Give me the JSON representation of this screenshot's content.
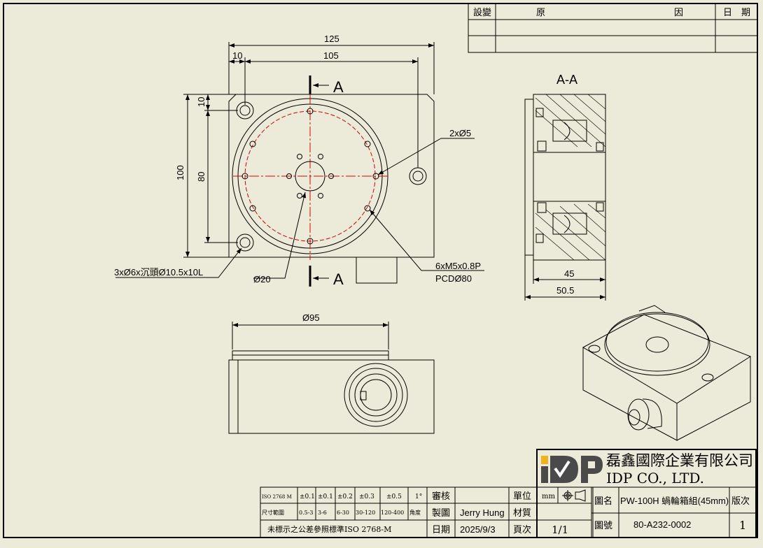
{
  "revision_table": {
    "headers": [
      "設變",
      "原",
      "因",
      "日　期"
    ],
    "rows": [
      [
        "",
        "",
        ""
      ],
      [
        "",
        "",
        ""
      ]
    ]
  },
  "top_view": {
    "dim_overall_width": "125",
    "dim_edge_offset": "10",
    "dim_hole_spacing_x": "105",
    "dim_overall_height": "100",
    "dim_edge_offset_v": "10",
    "dim_hole_spacing_y": "80",
    "section_label_top": "A",
    "section_label_bottom": "A",
    "callout_holes_d5": "2xØ5",
    "callout_counterbore": "3xØ6x沉頭Ø10.5x10L",
    "callout_bore": "Ø20",
    "callout_tapped_1": "6xM5x0.8P",
    "callout_tapped_2": "PCDØ80"
  },
  "section_view": {
    "title": "A-A",
    "dim_inner": "45",
    "dim_outer": "50.5"
  },
  "front_view": {
    "dim_diameter": "Ø95"
  },
  "title_block": {
    "company_cn": "磊鑫國際企業有限公司",
    "company_en": "IDP CO., LTD.",
    "logo_text": "IDP",
    "logo_accent": "#f2b21b",
    "logo_dark": "#4a4a4a",
    "tolerance_row1": [
      "ISO 2768 M",
      "±0.1",
      "±0.1",
      "±0.2",
      "±0.3",
      "±0.5",
      "1°"
    ],
    "tolerance_row2": [
      "尺寸範圍",
      "0.5-3",
      "3-6",
      "6-30",
      "30-120",
      "120-400",
      "角度"
    ],
    "tolerance_note": "未標示之公差參照標準ISO 2768-M",
    "review_label": "審核",
    "review_value": "",
    "drawn_label": "製圖",
    "drawn_value": "Jerry Hung",
    "date_label": "日期",
    "date_value": "2025/9/3",
    "unit_label": "單位",
    "unit_value": "mm",
    "material_label": "材質",
    "material_value": "",
    "page_label": "頁次",
    "page_value": "1/1",
    "name_label": "圖名",
    "name_value": "PW-100H 蝸輪箱組(45mm)",
    "version_label": "版次",
    "number_label": "圖號",
    "number_value": "80-A232-0002",
    "version_value": "1"
  }
}
